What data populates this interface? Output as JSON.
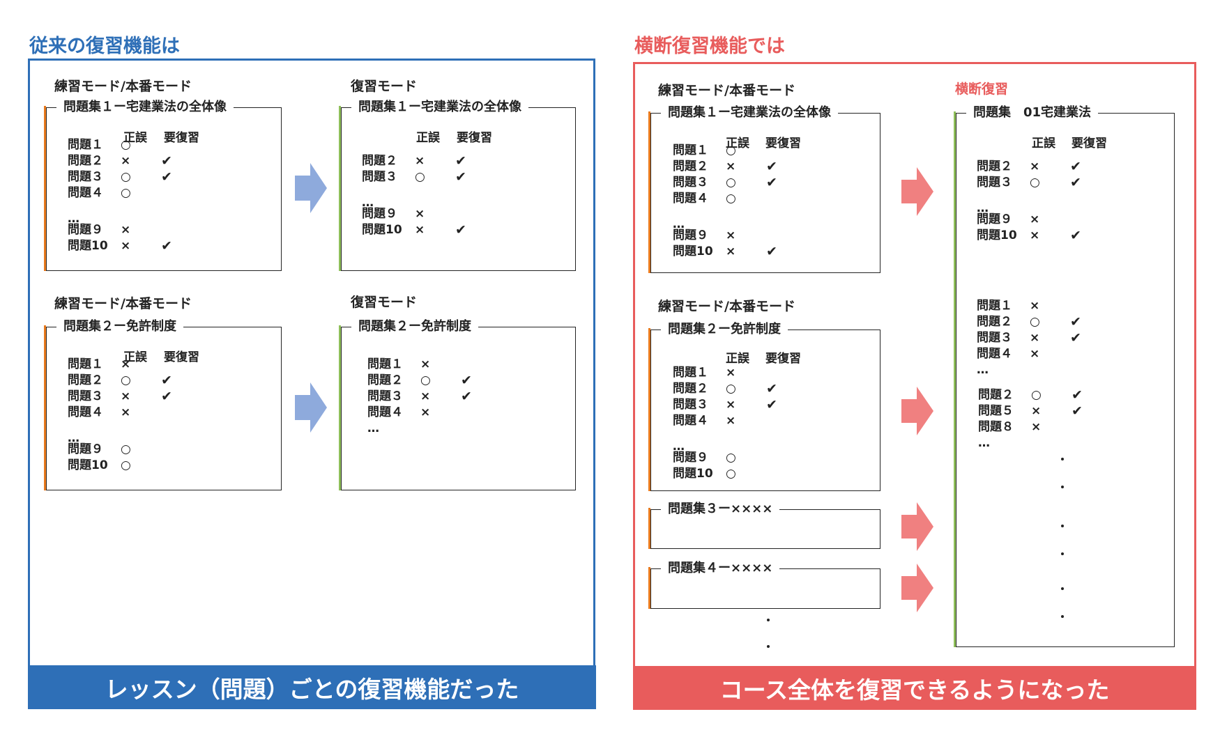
{
  "colors": {
    "blue": "#2e6fb7",
    "red": "#e85c5c",
    "blue_arrow": "#8eaadc",
    "red_arrow": "#f08080",
    "orange_bar": "#e87a1e",
    "green_bar": "#8fbf5a"
  },
  "left": {
    "heading": "従来の復習機能は",
    "footer": "レッスン（問題）ごとの復習機能だった",
    "panels": [
      {
        "mode": "練習モード/本番モード",
        "title": "問題集１ー宅建業法の全体像",
        "col_result": "正誤",
        "col_review": "要復習",
        "rows": [
          {
            "label": "問題１",
            "result": "○",
            "check": ""
          },
          {
            "label": "問題２",
            "result": "×",
            "check": "✔"
          },
          {
            "label": "問題３",
            "result": "○",
            "check": "✔"
          },
          {
            "label": "問題４",
            "result": "○",
            "check": ""
          },
          {
            "label": "…",
            "result": "",
            "check": ""
          },
          {
            "label": "問題９",
            "result": "×",
            "check": ""
          },
          {
            "label": "問題10",
            "result": "×",
            "check": "✔"
          }
        ]
      },
      {
        "mode": "復習モード",
        "title": "問題集１ー宅建業法の全体像",
        "col_result": "正誤",
        "col_review": "要復習",
        "rows": [
          {
            "label": "問題２",
            "result": "×",
            "check": "✔"
          },
          {
            "label": "問題３",
            "result": "○",
            "check": "✔"
          },
          {
            "label": "…",
            "result": "",
            "check": ""
          },
          {
            "label": "問題９",
            "result": "×",
            "check": ""
          },
          {
            "label": "問題10",
            "result": "×",
            "check": "✔"
          }
        ]
      },
      {
        "mode": "練習モード/本番モード",
        "title": "問題集２ー免許制度",
        "col_result": "正誤",
        "col_review": "要復習",
        "rows": [
          {
            "label": "問題１",
            "result": "×",
            "check": ""
          },
          {
            "label": "問題２",
            "result": "○",
            "check": "✔"
          },
          {
            "label": "問題３",
            "result": "×",
            "check": "✔"
          },
          {
            "label": "問題４",
            "result": "×",
            "check": ""
          },
          {
            "label": "…",
            "result": "",
            "check": ""
          },
          {
            "label": "問題９",
            "result": "○",
            "check": ""
          },
          {
            "label": "問題10",
            "result": "○",
            "check": ""
          }
        ]
      },
      {
        "mode": "復習モード",
        "title": "問題集２ー免許制度",
        "rows": [
          {
            "label": "問題１",
            "result": "×",
            "check": ""
          },
          {
            "label": "問題２",
            "result": "○",
            "check": "✔"
          },
          {
            "label": "問題３",
            "result": "×",
            "check": "✔"
          },
          {
            "label": "問題４",
            "result": "×",
            "check": ""
          },
          {
            "label": "…",
            "result": "",
            "check": ""
          }
        ]
      }
    ]
  },
  "right": {
    "heading": "横断復習機能では",
    "footer": "コース全体を復習できるようになった",
    "panels": [
      {
        "mode": "練習モード/本番モード",
        "title": "問題集１ー宅建業法の全体像",
        "col_result": "正誤",
        "col_review": "要復習",
        "rows": [
          {
            "label": "問題１",
            "result": "○",
            "check": ""
          },
          {
            "label": "問題２",
            "result": "×",
            "check": "✔"
          },
          {
            "label": "問題３",
            "result": "○",
            "check": "✔"
          },
          {
            "label": "問題４",
            "result": "○",
            "check": ""
          },
          {
            "label": "…",
            "result": "",
            "check": ""
          },
          {
            "label": "問題９",
            "result": "×",
            "check": ""
          },
          {
            "label": "問題10",
            "result": "×",
            "check": "✔"
          }
        ]
      },
      {
        "mode": "練習モード/本番モード",
        "title": "問題集２ー免許制度",
        "col_result": "正誤",
        "col_review": "要復習",
        "rows": [
          {
            "label": "問題１",
            "result": "×",
            "check": ""
          },
          {
            "label": "問題２",
            "result": "○",
            "check": "✔"
          },
          {
            "label": "問題３",
            "result": "×",
            "check": "✔"
          },
          {
            "label": "問題４",
            "result": "×",
            "check": ""
          },
          {
            "label": "…",
            "result": "",
            "check": ""
          },
          {
            "label": "問題９",
            "result": "○",
            "check": ""
          },
          {
            "label": "問題10",
            "result": "○",
            "check": ""
          }
        ]
      },
      {
        "title": "問題集３ー××××"
      },
      {
        "title": "問題集４ー××××"
      }
    ],
    "cross": {
      "mode": "横断復習",
      "title": "問題集　01宅建業法",
      "col_result": "正誤",
      "col_review": "要復習",
      "group1": [
        {
          "label": "問題２",
          "result": "×",
          "check": "✔"
        },
        {
          "label": "問題３",
          "result": "○",
          "check": "✔"
        },
        {
          "label": "…",
          "result": "",
          "check": ""
        },
        {
          "label": "問題９",
          "result": "×",
          "check": ""
        },
        {
          "label": "問題10",
          "result": "×",
          "check": "✔"
        }
      ],
      "group2": [
        {
          "label": "問題１",
          "result": "×",
          "check": ""
        },
        {
          "label": "問題２",
          "result": "○",
          "check": "✔"
        },
        {
          "label": "問題３",
          "result": "×",
          "check": "✔"
        },
        {
          "label": "問題４",
          "result": "×",
          "check": ""
        },
        {
          "label": "…",
          "result": "",
          "check": ""
        }
      ],
      "group3": [
        {
          "label": "問題２",
          "result": "○",
          "check": "✔"
        },
        {
          "label": "問題５",
          "result": "×",
          "check": "✔"
        },
        {
          "label": "問題８",
          "result": "×",
          "check": ""
        },
        {
          "label": "…",
          "result": "",
          "check": ""
        }
      ]
    }
  }
}
